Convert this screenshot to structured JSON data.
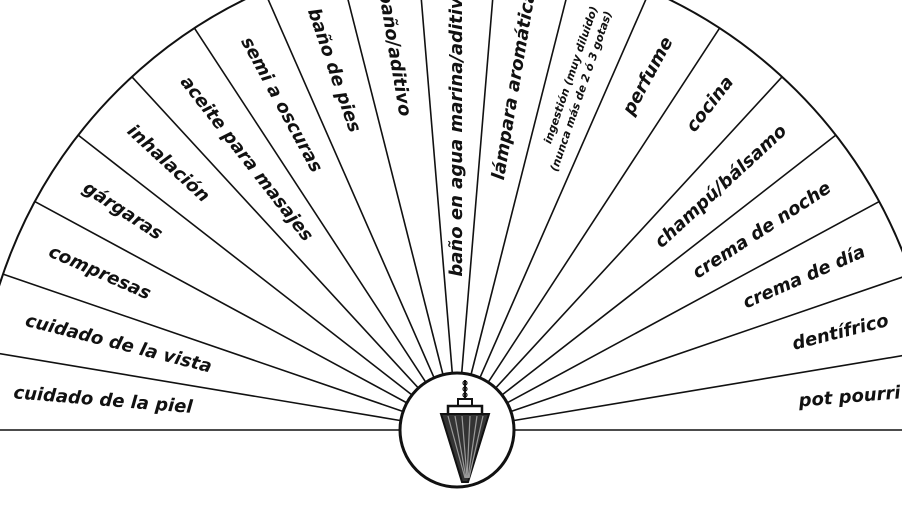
{
  "segments": [
    {
      "label": "cuidado de la piel"
    },
    {
      "label": "cuidado de la vista"
    },
    {
      "label": "compresas"
    },
    {
      "label": "gárgaras"
    },
    {
      "label": "inhalación"
    },
    {
      "label": "aceite para masajes"
    },
    {
      "label": "semi a oscuras"
    },
    {
      "label": "baño de pies"
    },
    {
      "label": "baño/aditivo"
    },
    {
      "label": "baño en agua marina/aditivo"
    },
    {
      "label": "lámpara aromática"
    },
    {
      "label": "ingestión (muy diluido)",
      "label2": "(nunca más de 2 ó 3 gotas)"
    },
    {
      "label": "perfume"
    },
    {
      "label": "cocina"
    },
    {
      "label": "champú/bálsamo"
    },
    {
      "label": "crema de noche"
    },
    {
      "label": "crema de día"
    },
    {
      "label": "dentífrico"
    },
    {
      "label": "pot pourri"
    }
  ],
  "colors": {
    "ink": "#111111",
    "background": "#ffffff"
  },
  "center_icon": "pendulum-icon"
}
